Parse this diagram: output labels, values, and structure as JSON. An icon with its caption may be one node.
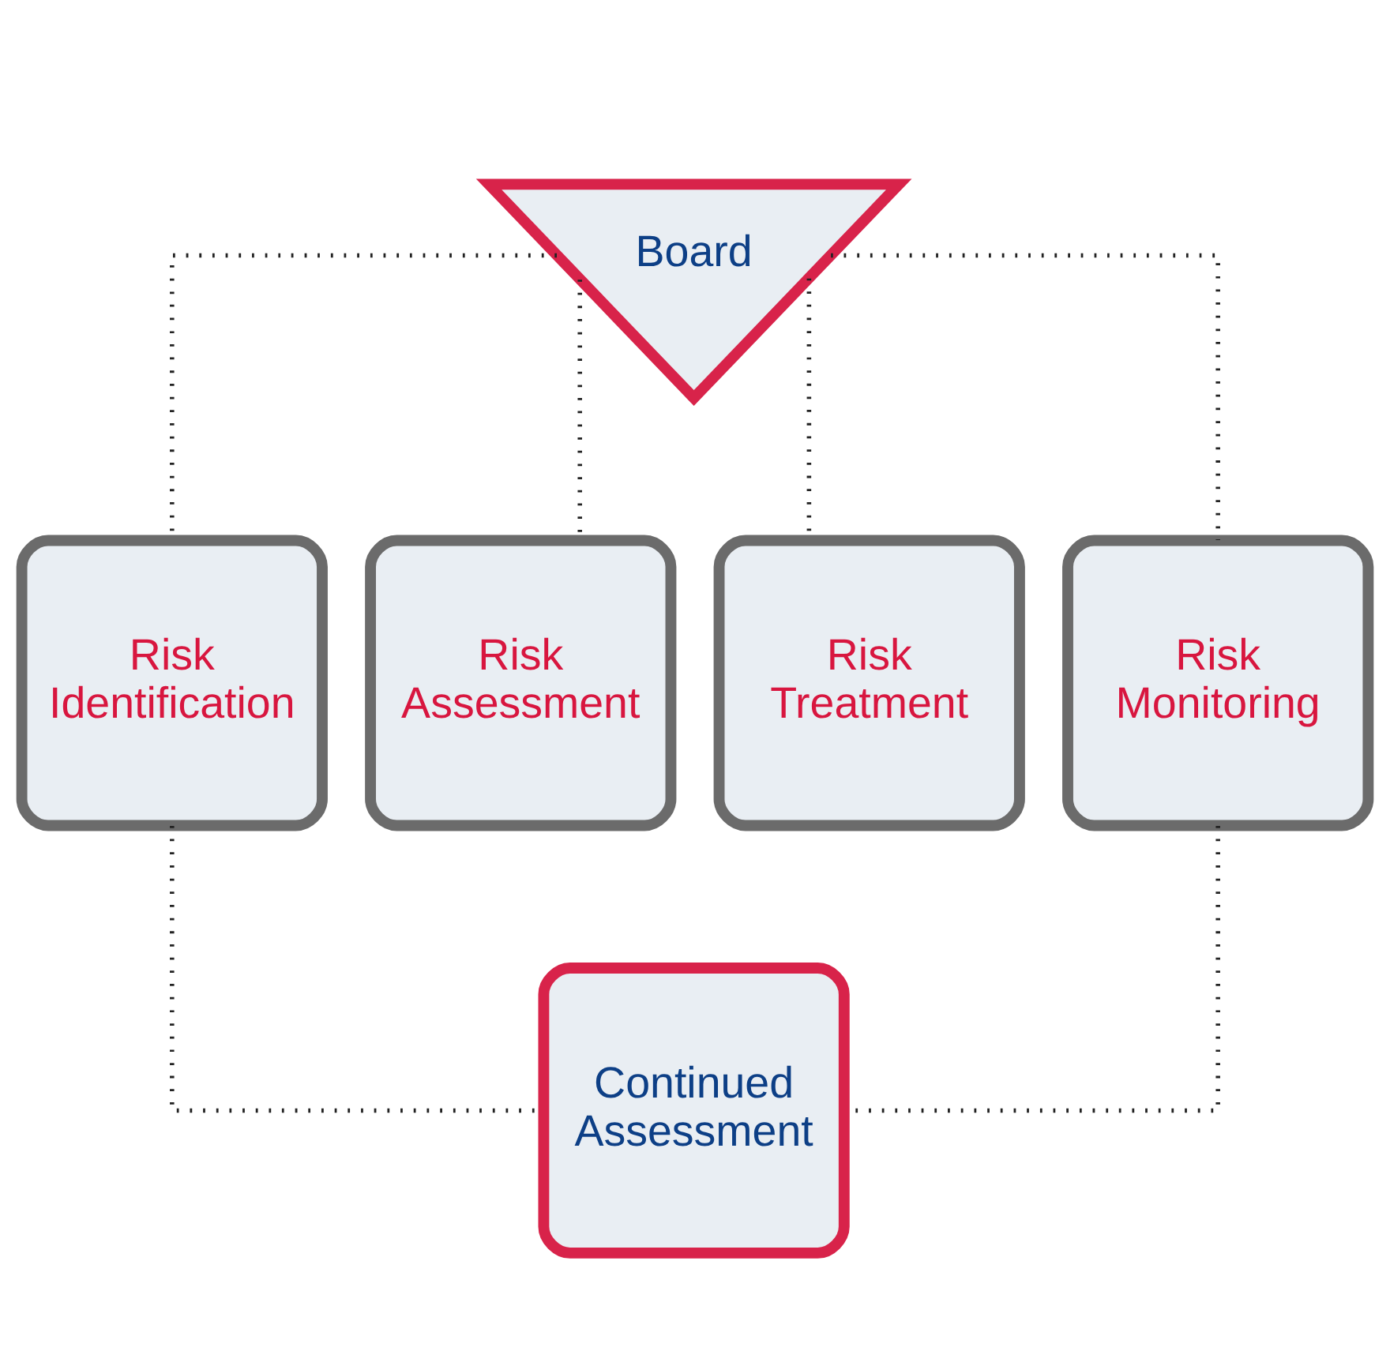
{
  "diagram": {
    "nodes": [
      {
        "text": [
          "Board"
        ]
      },
      {
        "text": [
          "Risk Identification"
        ]
      },
      {
        "text": [
          "Risk Assessment"
        ]
      },
      {
        "text": [
          "Risk Treatment"
        ]
      },
      {
        "text": [
          "Risk Monitoring"
        ]
      },
      {
        "text": [
          "Continued Assessment"
        ]
      }
    ],
    "edges": [
      {
        "from": 0,
        "to": 1,
        "arrow": "none",
        "style": "dashed"
      },
      {
        "from": 0,
        "to": 2,
        "arrow": "none",
        "style": "dashed"
      },
      {
        "from": 0,
        "to": 3,
        "arrow": "none",
        "style": "dashed"
      },
      {
        "from": 0,
        "to": 4,
        "arrow": "none",
        "style": "dashed"
      },
      {
        "from": 1,
        "to": 5,
        "arrow": "none",
        "style": "dashed"
      },
      {
        "from": 4,
        "to": 5,
        "arrow": "none",
        "style": "dashed"
      }
    ]
  }
}
